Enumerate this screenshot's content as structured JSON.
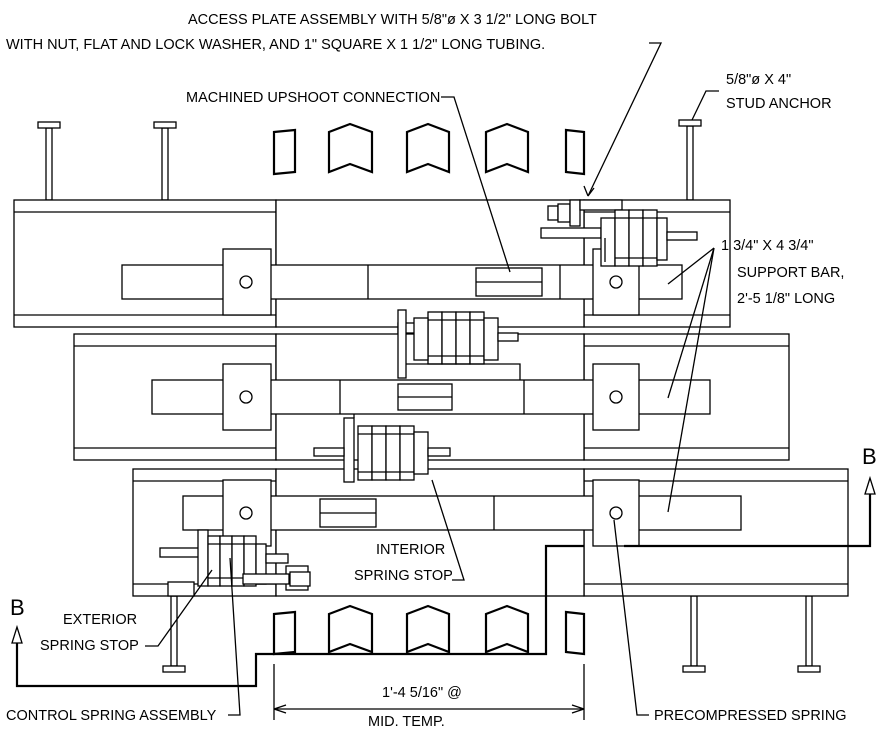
{
  "labels": {
    "access_plate_line1": "ACCESS PLATE ASSEMBLY WITH 5/8\"ø X 3 1/2\" LONG BOLT",
    "access_plate_line2": "WITH NUT, FLAT AND LOCK WASHER, AND 1\" SQUARE X 1 1/2\" LONG TUBING.",
    "machined_upshoot": "MACHINED UPSHOOT CONNECTION",
    "stud_anchor_line1": "5/8\"ø X 4\"",
    "stud_anchor_line2": "STUD ANCHOR",
    "support_bar_line1": "1 3/4\" X 4 3/4\"",
    "support_bar_line2": "SUPPORT BAR,",
    "support_bar_line3": "2'-5 1/8\" LONG",
    "interior_stop_line1": "INTERIOR",
    "interior_stop_line2": "SPRING STOP",
    "exterior_stop_line1": "EXTERIOR",
    "exterior_stop_line2": "SPRING STOP",
    "control_spring": "CONTROL SPRING ASSEMBLY",
    "precompressed": "PRECOMPRESSED SPRING",
    "dimension_value": "1'-4 5/16\" @",
    "dimension_note": "MID. TEMP.",
    "section_left": "B",
    "section_right": "B"
  }
}
